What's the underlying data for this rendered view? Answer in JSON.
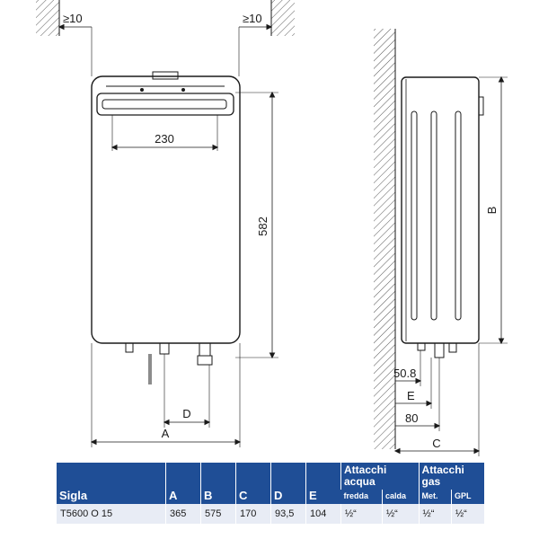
{
  "front_view": {
    "clearance_left": "≥10",
    "clearance_right": "≥10",
    "dim_width_230": "230",
    "dim_height_582": "582",
    "dim_d": "D",
    "dim_a": "A"
  },
  "side_view": {
    "dim_b": "B",
    "dim_50_8": "50.8",
    "dim_e": "E",
    "dim_80": "80",
    "dim_c": "C"
  },
  "table": {
    "header_model": "Sigla",
    "header_a": "A",
    "header_b": "B",
    "header_c": "C",
    "header_d": "D",
    "header_e": "E",
    "group_water": "Attacchi acqua",
    "group_gas": "Attacchi gas",
    "sub_cold": "fredda",
    "sub_hot": "calda",
    "sub_met": "Met.",
    "sub_gpl": "GPL",
    "row": {
      "model": "T5600 O 15",
      "a": "365",
      "b": "575",
      "c": "170",
      "d": "93,5",
      "e": "104",
      "cold": "½“",
      "hot": "½“",
      "met": "½“",
      "gpl": "½“"
    }
  },
  "colors": {
    "header_bg": "#1f4e96",
    "row_bg": "#e8ecf5",
    "line": "#1a1a1a"
  }
}
